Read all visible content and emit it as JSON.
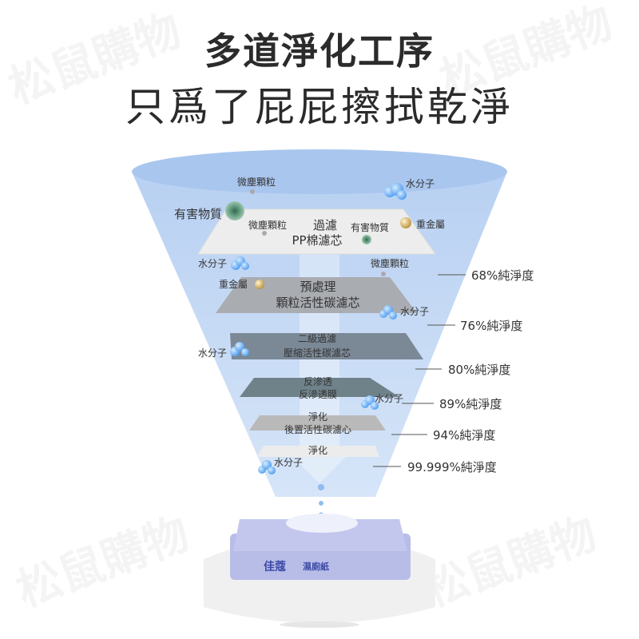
{
  "header": {
    "title": "多道淨化工序",
    "subtitle": "只爲了屁屁擦拭乾淨"
  },
  "watermark": "松鼠購物",
  "particles": {
    "dust": "微塵顆粒",
    "water": "水分子",
    "harmful": "有害物質",
    "metal": "重金屬"
  },
  "layers": [
    {
      "line1": "過濾",
      "line2": "PP棉濾芯",
      "purity": "68%純淨度",
      "color": "#eeeeee"
    },
    {
      "line1": "預處理",
      "line2": "顆粒活性碳濾芯",
      "purity": "76%純淨度",
      "color": "#a9acb1"
    },
    {
      "line1": "二級過濾",
      "line2": "壓縮活性碳濾芯",
      "purity": "80%純淨度",
      "color": "#7b8896"
    },
    {
      "line1": "反滲透",
      "line2": "反滲透膜",
      "purity": "89%純淨度",
      "color": "#6f8289"
    },
    {
      "line1": "淨化",
      "line2": "後置活性碳濾心",
      "purity": "94%純淨度",
      "color": "#b9b9b9"
    },
    {
      "line1": "淨化",
      "line2": "",
      "purity": "99.999%純淨度",
      "color": "#ececec"
    }
  ],
  "product": {
    "brand": "佳蔻",
    "name": "濕廁紙"
  },
  "colors": {
    "funnel": "#c9dcf5",
    "funnel_top": "#a9c6ee",
    "water": "#6fb1f5"
  }
}
